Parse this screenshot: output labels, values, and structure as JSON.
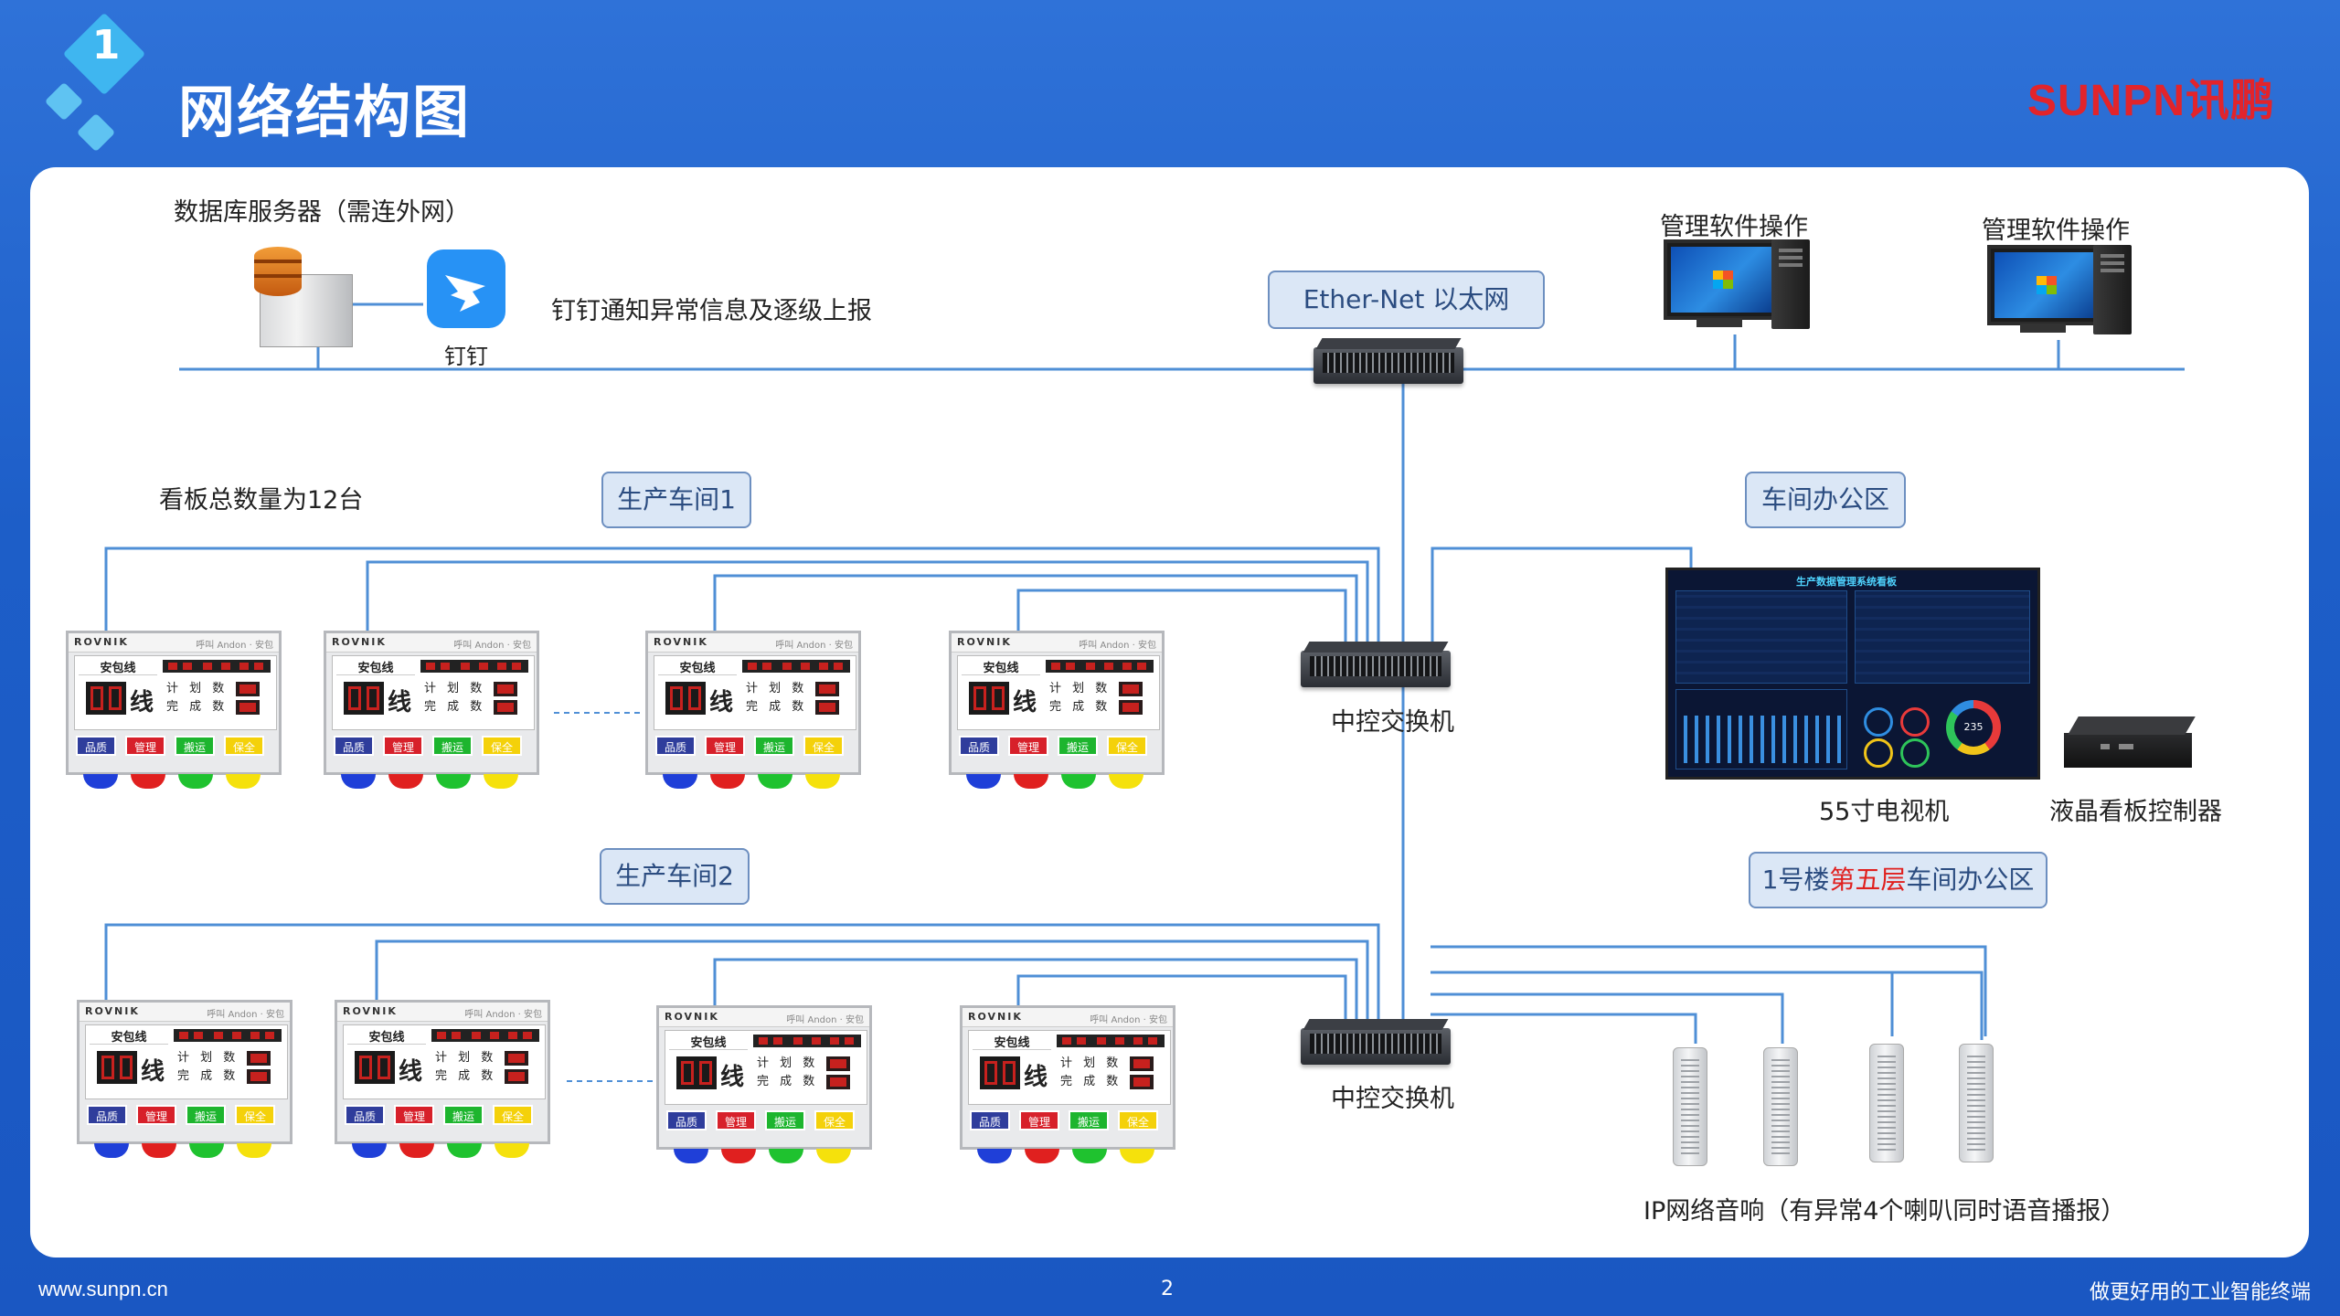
{
  "header": {
    "section_number": "1",
    "title": "网络结构图",
    "brand_logo": "SUNPN讯鹏"
  },
  "footer": {
    "website": "www.sunpn.cn",
    "page_number": "2",
    "slogan": "做更好用的工业智能终端"
  },
  "diagram": {
    "server_label": "数据库服务器（需连外网）",
    "dingtalk_label": "钉钉",
    "dingtalk_note": "钉钉通知异常信息及逐级上报",
    "ethernet_label": "Ether-Net 以太网",
    "mgmt_label_1": "管理软件操作",
    "mgmt_label_2": "管理软件操作",
    "board_total": "看板总数量为12台",
    "workshop_1": "生产车间1",
    "workshop_2": "生产车间2",
    "office_tag": "车间办公区",
    "switch_label_1": "中控交换机",
    "switch_label_2": "中控交换机",
    "tv_label": "55寸电视机",
    "controller_label": "液晶看板控制器",
    "building_office_prefix": "1号楼",
    "building_office_highlight": "第五层",
    "building_office_suffix": "车间办公区",
    "speaker_label": "IP网络音响（有异常4个喇叭同时语音播报）"
  },
  "board": {
    "brand": "ROVNIK",
    "subtitle": "呼叫 Andon · 安包",
    "line_name": "安包线",
    "line_char": "线",
    "plan_label": "计 划 数",
    "done_label": "完 成 数",
    "buttons": [
      "品质",
      "管理",
      "搬运",
      "保全"
    ]
  },
  "tv_screen": {
    "title": "生产数据管理系统看板",
    "gauge_value": "235"
  },
  "colors": {
    "bg_blue": "#1d5ec8",
    "brand_red": "#e2242b",
    "wire_blue": "#4f8fd6",
    "btn_quality": "#2f3d9c",
    "btn_manage": "#d7202a",
    "btn_transport": "#1db52e",
    "btn_maintain": "#f4d10a"
  }
}
